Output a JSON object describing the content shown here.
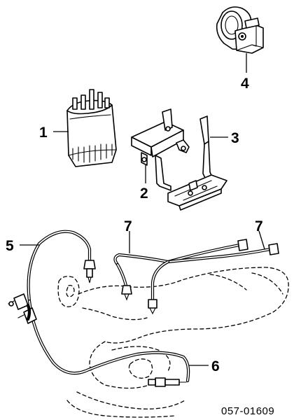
{
  "callouts": {
    "c1": "1",
    "c2": "2",
    "c3": "3",
    "c4": "4",
    "c5": "5",
    "c6": "6",
    "c7a": "7",
    "c7b": "7"
  },
  "catalog_number": "057-01609"
}
